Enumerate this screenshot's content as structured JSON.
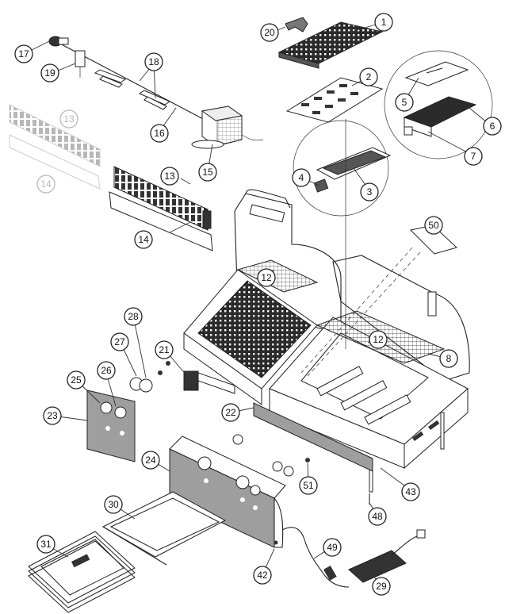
{
  "diagram": {
    "colors": {
      "stroke": "#222222",
      "panel": "#9e9e9e",
      "grate": "#2b2b2b",
      "faded": "#b8b8b8",
      "background": "#ffffff"
    },
    "callouts": [
      {
        "label": "1"
      },
      {
        "label": "2"
      },
      {
        "label": "3"
      },
      {
        "label": "4"
      },
      {
        "label": "5"
      },
      {
        "label": "6"
      },
      {
        "label": "7"
      },
      {
        "label": "8"
      },
      {
        "label": "12"
      },
      {
        "label": "12"
      },
      {
        "label": "13"
      },
      {
        "label": "13"
      },
      {
        "label": "14"
      },
      {
        "label": "14"
      },
      {
        "label": "15"
      },
      {
        "label": "16"
      },
      {
        "label": "17"
      },
      {
        "label": "18"
      },
      {
        "label": "19"
      },
      {
        "label": "20"
      },
      {
        "label": "21"
      },
      {
        "label": "22"
      },
      {
        "label": "23"
      },
      {
        "label": "24"
      },
      {
        "label": "25"
      },
      {
        "label": "26"
      },
      {
        "label": "27"
      },
      {
        "label": "28"
      },
      {
        "label": "29"
      },
      {
        "label": "30"
      },
      {
        "label": "31"
      },
      {
        "label": "42"
      },
      {
        "label": "43"
      },
      {
        "label": "48"
      },
      {
        "label": "49"
      },
      {
        "label": "50"
      },
      {
        "label": "51"
      }
    ]
  }
}
